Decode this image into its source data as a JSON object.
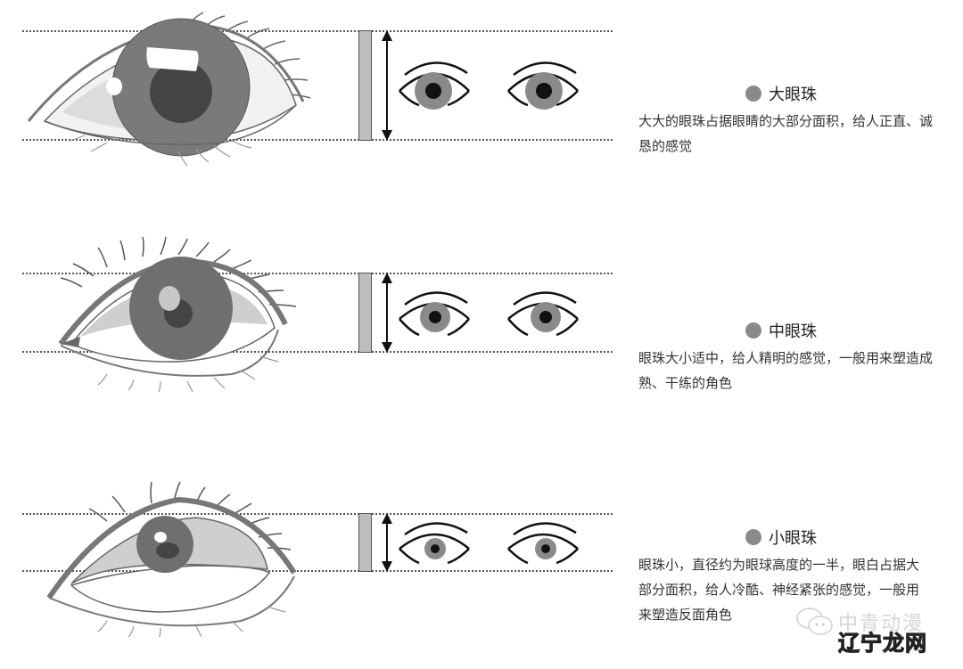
{
  "sections": [
    {
      "id": "large",
      "title": "大眼珠",
      "text": "大大的眼珠占据眼睛的大部分面积，给人正直、诚恳的感觉",
      "iris_ratio": "large"
    },
    {
      "id": "medium",
      "title": "中眼珠",
      "text": "眼珠大小适中，给人精明的感觉，一般用来塑造成熟、干练的角色",
      "iris_ratio": "medium"
    },
    {
      "id": "small",
      "title": "小眼珠",
      "text": "眼珠小，直径约为眼球高度的一半，眼白占据大部分面积，给人冷酷、神经紧张的感觉，一般用来塑造反面角色",
      "iris_ratio": "small"
    }
  ],
  "watermark": {
    "faint_text": "中青动漫",
    "brand_part1": "辽宁",
    "brand_part2": "龙网"
  },
  "colors": {
    "iris_gray": "#8a8a8a",
    "pupil": "#111111",
    "bar_fill": "#bdbdbd",
    "brand_red": "#e5482a"
  }
}
